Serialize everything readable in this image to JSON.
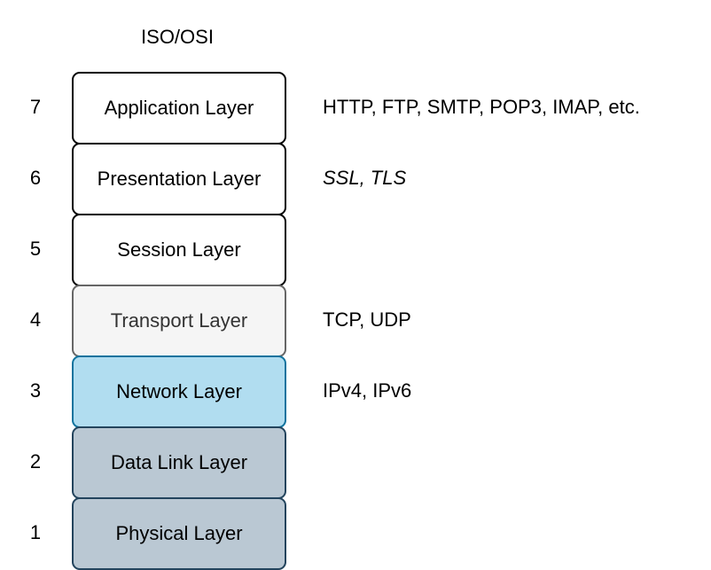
{
  "title": "ISO/OSI",
  "layers": [
    {
      "number": "7",
      "name": "Application Layer",
      "protocols": "HTTP, FTP, SMTP, POP3, IMAP, etc.",
      "fill": "#ffffff",
      "border": "#000000",
      "text_color": "#000000",
      "protocols_italic": false
    },
    {
      "number": "6",
      "name": "Presentation Layer",
      "protocols": "SSL, TLS",
      "fill": "#ffffff",
      "border": "#000000",
      "text_color": "#000000",
      "protocols_italic": true
    },
    {
      "number": "5",
      "name": "Session Layer",
      "protocols": "",
      "fill": "#ffffff",
      "border": "#000000",
      "text_color": "#000000",
      "protocols_italic": false
    },
    {
      "number": "4",
      "name": "Transport Layer",
      "protocols": "TCP, UDP",
      "fill": "#f5f5f5",
      "border": "#666666",
      "text_color": "#333333",
      "protocols_italic": false
    },
    {
      "number": "3",
      "name": "Network Layer",
      "protocols": "IPv4, IPv6",
      "fill": "#b1ddf0",
      "border": "#10739e",
      "text_color": "#000000",
      "protocols_italic": false
    },
    {
      "number": "2",
      "name": "Data Link Layer",
      "protocols": "",
      "fill": "#bac8d3",
      "border": "#23445d",
      "text_color": "#000000",
      "protocols_italic": false
    },
    {
      "number": "1",
      "name": "Physical Layer",
      "protocols": "",
      "fill": "#bac8d3",
      "border": "#23445d",
      "text_color": "#000000",
      "protocols_italic": false
    }
  ]
}
